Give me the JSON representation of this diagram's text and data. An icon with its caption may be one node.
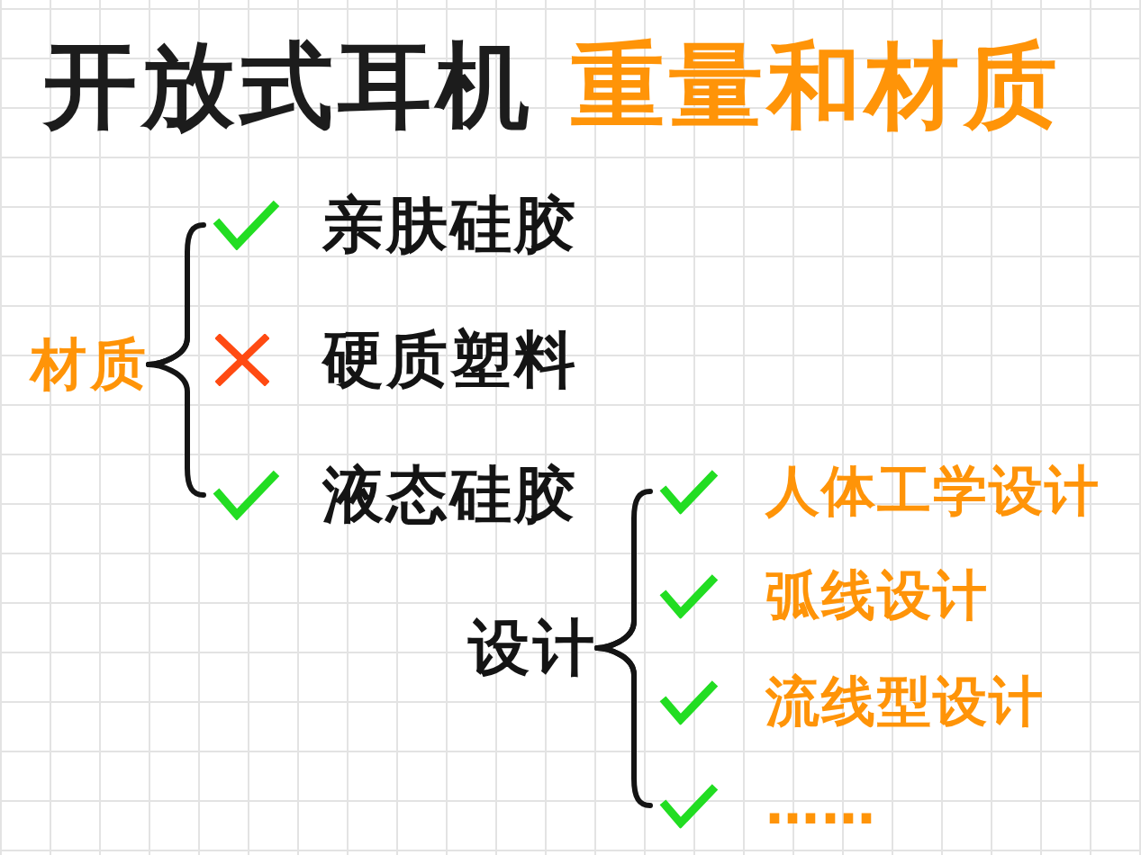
{
  "diagram": {
    "title": "开放式耳机 重量和材质",
    "nodes": [
      {
        "text": [
          "材质"
        ]
      },
      {
        "text": [
          "亲肤硅胶"
        ]
      },
      {
        "text": [
          "硬质塑料"
        ]
      },
      {
        "text": [
          "液态硅胶"
        ]
      },
      {
        "text": [
          "设计"
        ]
      },
      {
        "text": [
          "人体工学设计"
        ]
      },
      {
        "text": [
          "弧线设计"
        ]
      },
      {
        "text": [
          "流线型设计"
        ]
      },
      {
        "text": [
          "……"
        ]
      }
    ],
    "edges": [
      {
        "from": 0,
        "to": 1,
        "arrow": "none"
      },
      {
        "from": 0,
        "to": 2,
        "arrow": "none"
      },
      {
        "from": 0,
        "to": 3,
        "arrow": "none"
      },
      {
        "from": 4,
        "to": 5,
        "arrow": "none"
      },
      {
        "from": 4,
        "to": 6,
        "arrow": "none"
      },
      {
        "from": 4,
        "to": 7,
        "arrow": "none"
      },
      {
        "from": 4,
        "to": 8,
        "arrow": "none"
      }
    ]
  }
}
